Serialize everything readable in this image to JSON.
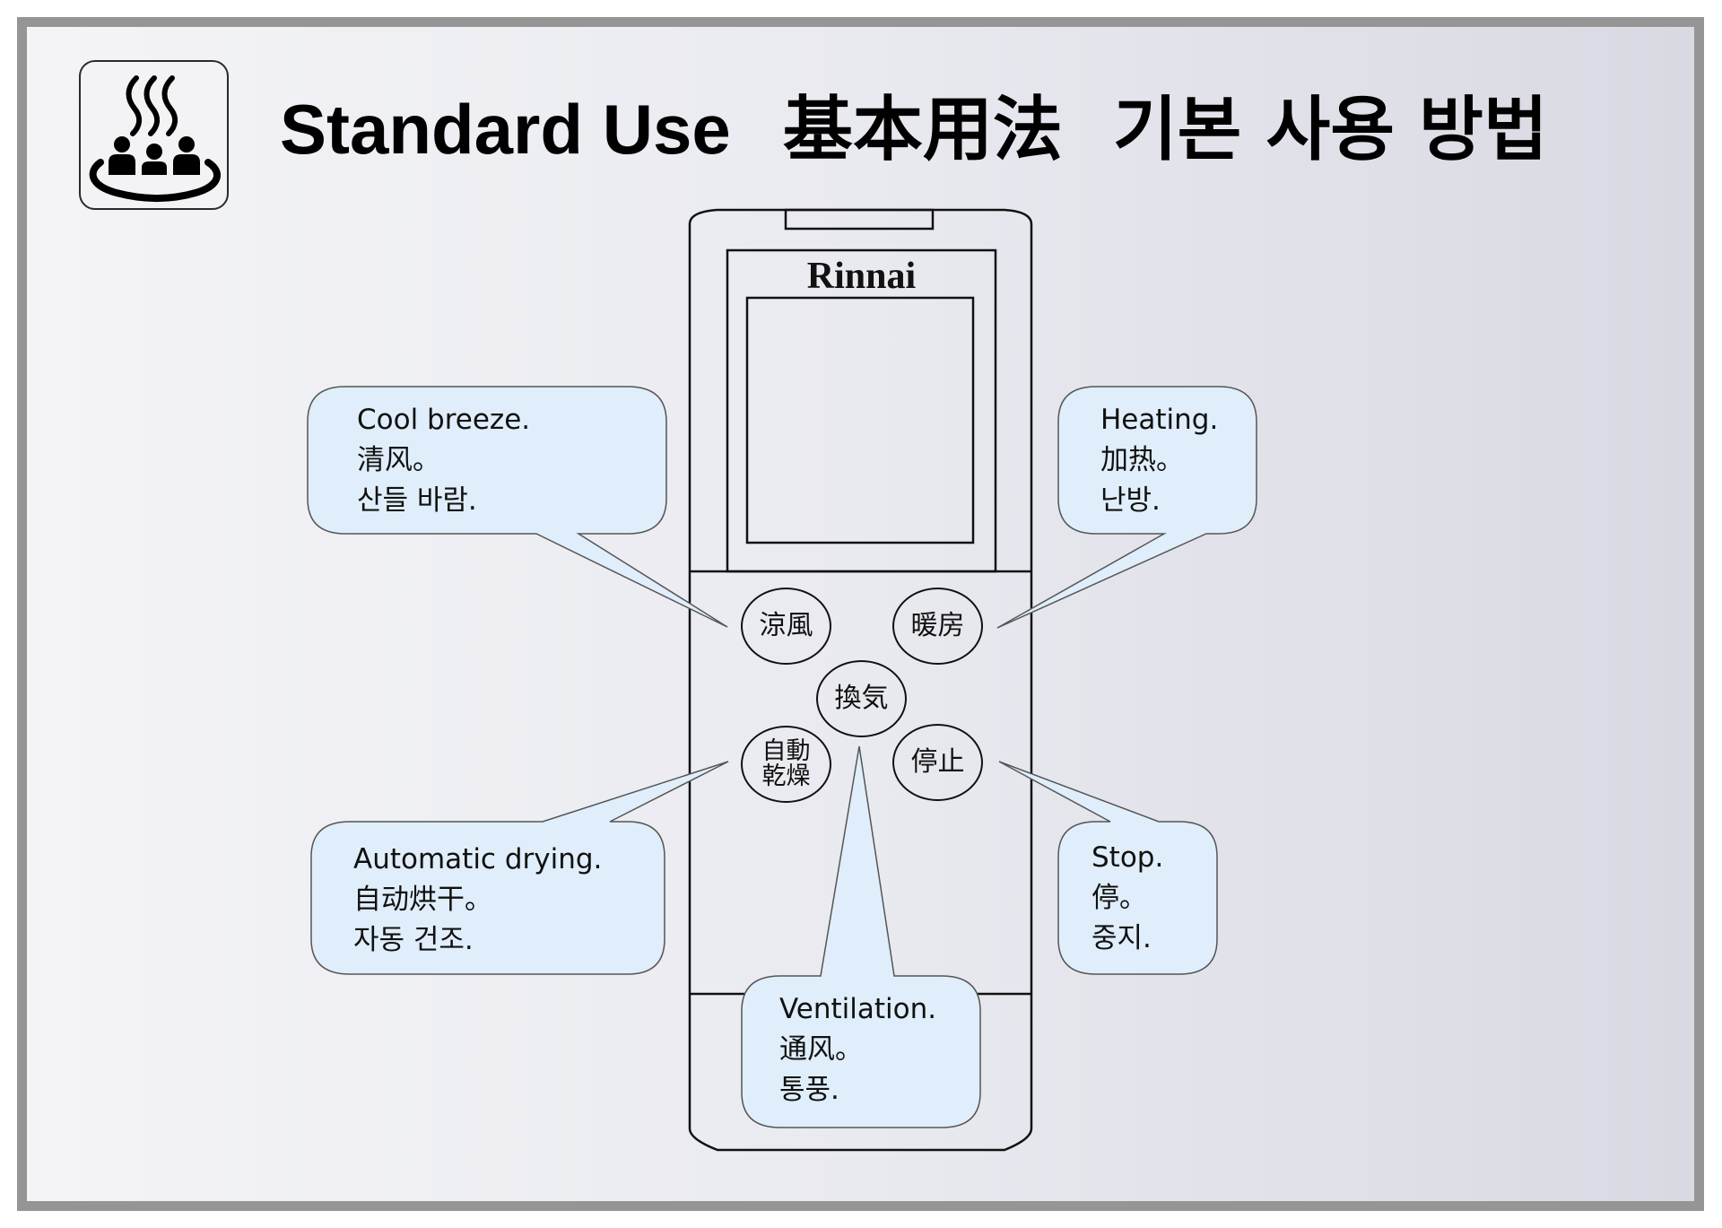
{
  "title": {
    "en": "Standard Use",
    "zh": "基本用法",
    "ko": "기본 사용 방법"
  },
  "icon": {
    "name": "hot-spring-bath-icon"
  },
  "remote": {
    "brand": "Rinnai",
    "buttons": [
      {
        "id": "cool-breeze",
        "label": "涼風"
      },
      {
        "id": "heating",
        "label": "暖房"
      },
      {
        "id": "ventilation",
        "label": "換気"
      },
      {
        "id": "auto-drying",
        "label_line1": "自動",
        "label_line2": "乾燥"
      },
      {
        "id": "stop",
        "label": "停止"
      }
    ]
  },
  "callouts": {
    "cool_breeze": {
      "en": "Cool breeze.",
      "zh": "清风。",
      "ko": "산들 바람."
    },
    "heating": {
      "en": "Heating.",
      "zh": "加热。",
      "ko": "난방."
    },
    "auto_drying": {
      "en": "Automatic drying.",
      "zh": "自动烘干。",
      "ko": "자동 건조."
    },
    "stop": {
      "en": "Stop.",
      "zh": "停。",
      "ko": "중지."
    },
    "ventilation": {
      "en": "Ventilation.",
      "zh": "通风。",
      "ko": "통풍."
    }
  },
  "colors": {
    "frame": "#959595",
    "bubble_fill": "#dfeefa",
    "bubble_stroke": "#555555",
    "outline": "#111111"
  }
}
